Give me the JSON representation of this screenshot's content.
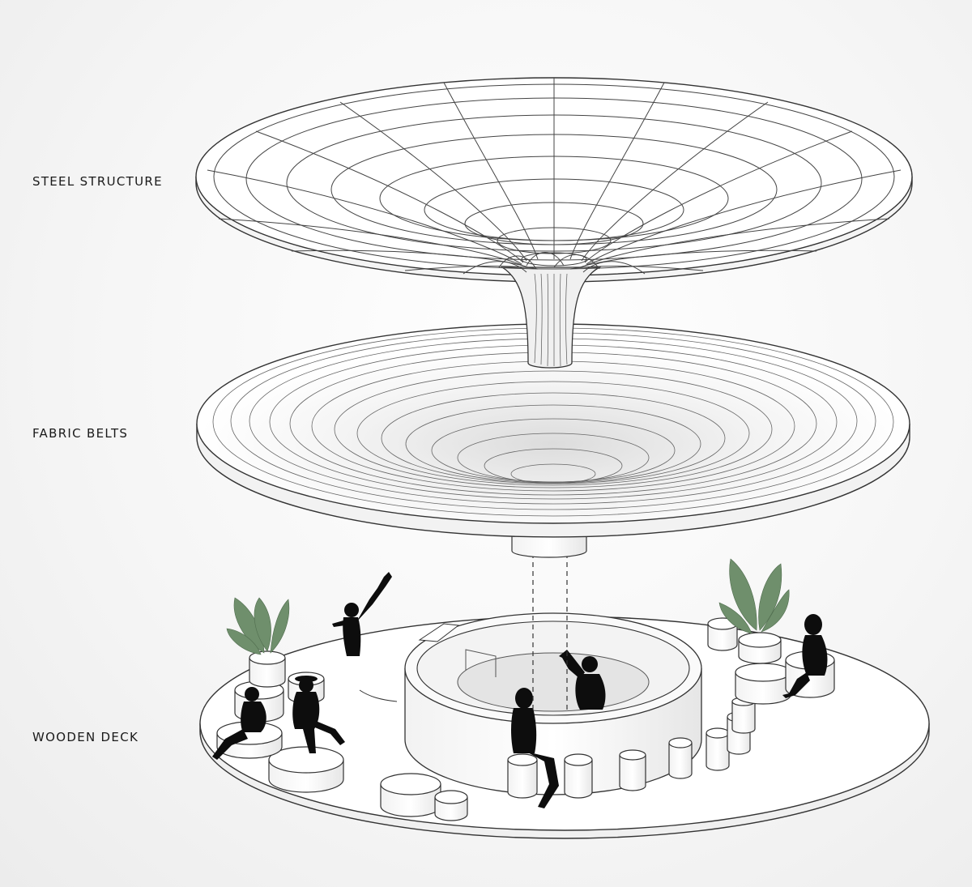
{
  "labels": {
    "steel_structure": "STEEL STRUCTURE",
    "fabric_belts": "FABRIC BELTS",
    "wooden_deck": "WOODEN DECK"
  },
  "colors": {
    "line": "#333333",
    "fill": "#ffffff",
    "shade": "#e8e8e8",
    "silhouette": "#0d0d0d",
    "plant": "#6f8f6c"
  }
}
